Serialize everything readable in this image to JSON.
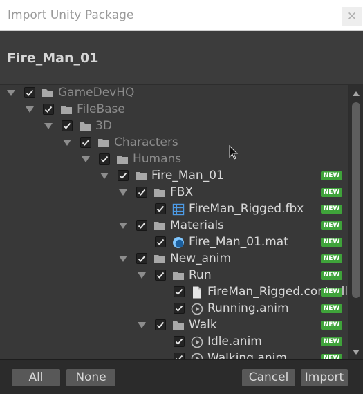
{
  "window": {
    "title": "Import Unity Package",
    "close_glyph": "✕"
  },
  "package_name": "Fire_Man_01",
  "tree": [
    {
      "label": "GameDevHQ",
      "icon": "folder-icon",
      "dim": true,
      "expand": true,
      "new": false
    },
    {
      "label": "FileBase",
      "icon": "folder-icon",
      "dim": true,
      "expand": true,
      "new": false
    },
    {
      "label": "3D",
      "icon": "folder-icon",
      "dim": true,
      "expand": true,
      "new": false
    },
    {
      "label": "Characters",
      "icon": "folder-icon",
      "dim": true,
      "expand": true,
      "new": false
    },
    {
      "label": "Humans",
      "icon": "folder-icon",
      "dim": true,
      "expand": true,
      "new": false
    },
    {
      "label": "Fire_Man_01",
      "icon": "folder-icon",
      "dim": false,
      "expand": true,
      "new": true
    },
    {
      "label": "FBX",
      "icon": "folder-icon",
      "dim": false,
      "expand": true,
      "new": true
    },
    {
      "label": "FireMan_Rigged.fbx",
      "icon": "mesh-grid-icon",
      "dim": false,
      "expand": false,
      "new": true
    },
    {
      "label": "Materials",
      "icon": "folder-icon",
      "dim": false,
      "expand": true,
      "new": true
    },
    {
      "label": "Fire_Man_01.mat",
      "icon": "material-sphere-icon",
      "dim": false,
      "expand": false,
      "new": true
    },
    {
      "label": "New_anim",
      "icon": "folder-icon",
      "dim": false,
      "expand": true,
      "new": true
    },
    {
      "label": "Run",
      "icon": "folder-icon",
      "dim": false,
      "expand": true,
      "new": true
    },
    {
      "label": "FireMan_Rigged.controller",
      "icon": "document-icon",
      "dim": false,
      "expand": false,
      "new": true
    },
    {
      "label": "Running.anim",
      "icon": "animation-clip-icon",
      "dim": false,
      "expand": false,
      "new": true
    },
    {
      "label": "Walk",
      "icon": "folder-icon",
      "dim": false,
      "expand": true,
      "new": true
    },
    {
      "label": "Idle.anim",
      "icon": "animation-clip-icon",
      "dim": false,
      "expand": false,
      "new": true
    },
    {
      "label": "Walking.anim",
      "icon": "animation-clip-icon",
      "dim": false,
      "expand": false,
      "new": true
    }
  ],
  "badge_text": "NEW",
  "buttons": {
    "all": "All",
    "none": "None",
    "cancel": "Cancel",
    "import": "Import"
  },
  "colors": {
    "badge": "#3fa33a",
    "background": "#383838",
    "header": "#3c3c3c"
  }
}
